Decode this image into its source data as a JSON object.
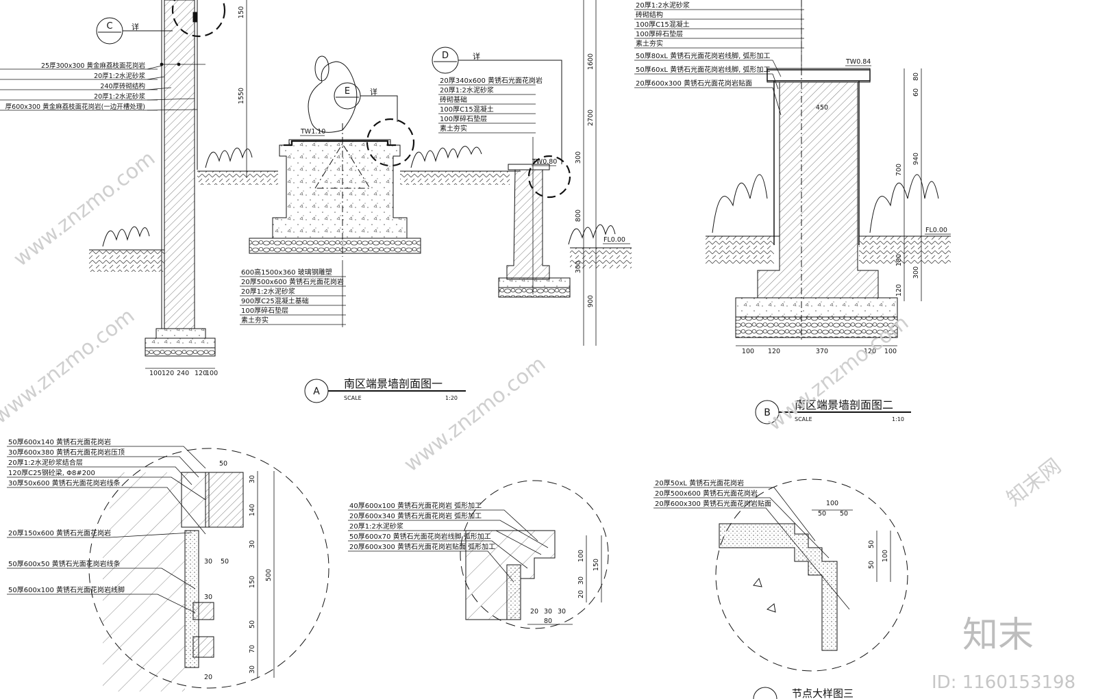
{
  "callouts": {
    "c_detail": {
      "letter": "C",
      "label": "详"
    },
    "d_detail": {
      "letter": "D",
      "label": "详"
    },
    "e_detail": {
      "letter": "E",
      "label": "详"
    }
  },
  "elev_tags": {
    "tw110": "TW1.10",
    "tw080": "TW0.80",
    "tw084": "TW0.84",
    "fl000_a": "FL0.00",
    "fl000_b": "FL0.00"
  },
  "section_a": {
    "title": "南区端景墙剖面图一",
    "circle": "A",
    "scale_word": "SCALE",
    "scale": "1:20",
    "pillar_notes": [
      "25厚300x300 黄金麻荔枝面花岗岩",
      "20厚1:2水泥砂浆",
      "240厚砖砌结构",
      "20厚1:2水泥砂浆",
      "厚600x300 黄金麻荔枝面花岗岩(一边开槽处理)"
    ],
    "base_notes": [
      "600高1500x360 玻璃钢雕塑",
      "20厚500x600 黄锈石光面花岗岩",
      "20厚1:2水泥砂浆",
      "900厚C25混凝土基础",
      "100厚碎石垫层",
      "素土夯实"
    ],
    "wall_notes": [
      "20厚340x600 黄锈石光面花岗岩",
      "20厚1:2水泥砂浆",
      "砖砌基础",
      "100厚C15混凝土",
      "100厚碎石垫层",
      "素土夯实"
    ],
    "vdims": [
      "150",
      "1550",
      "1600",
      "2700",
      "300",
      "800",
      "300",
      "900"
    ],
    "hdims": [
      "100",
      "120",
      "240",
      "120",
      "100"
    ]
  },
  "section_b": {
    "title": "南区端景墙剖面图二",
    "circle": "B",
    "scale_word": "SCALE",
    "scale": "1:10",
    "notes": [
      "20厚1:2水泥砂浆",
      "砖砌结构",
      "100厚C15混凝土",
      "100厚碎石垫层",
      "素土夯实",
      "50厚80xL 黄锈石光面花岗岩线脚, 弧形加工",
      "50厚60xL 黄锈石光面花岗岩线脚, 弧形加工",
      "20厚600x300 黄锈石光面花岗岩贴面"
    ],
    "vdims": [
      "80",
      "60",
      "700",
      "940",
      "180",
      "300",
      "120"
    ],
    "hdims": [
      "100",
      "120",
      "370",
      "120",
      "100"
    ],
    "inner_dim": "450"
  },
  "detail_c": {
    "notes": [
      "50厚600x140 黄锈石光面花岗岩",
      "30厚600x380 黄锈石光面花岗岩压顶",
      "20厚1:2水泥砂浆结合层",
      "120厚C25钢砼梁, Φ8#200",
      "30厚50x600 黄锈石光面花岗岩线条",
      "20厚150x600 黄锈石光面花岗岩",
      "50厚600x50 黄锈石光面花岗岩线条",
      "50厚600x100 黄锈石光面花岗岩线脚"
    ],
    "vdims": [
      "30",
      "140",
      "30",
      "150",
      "50",
      "70",
      "30"
    ],
    "total": "500",
    "hdims": [
      "50",
      "30",
      "50",
      "30",
      "20"
    ]
  },
  "detail_d": {
    "notes": [
      "40厚600x100 黄锈石光面花岗岩 弧形加工",
      "20厚600x340 黄锈石光面花岗岩 弧形加工",
      "20厚1:2水泥砂浆",
      "50厚600x70 黄锈石光面花岗岩线脚 弧形加工",
      "20厚600x300 黄锈石光面花岗岩贴面 弧形加工"
    ],
    "vdims": [
      "100",
      "150",
      "30",
      "20"
    ],
    "hdims": [
      "20",
      "30",
      "30",
      "80"
    ]
  },
  "detail_e": {
    "title": "节点大样图三",
    "notes": [
      "20厚50xL 黄锈石光面花岗岩",
      "20厚500x600 黄锈石光面花岗岩",
      "20厚600x300 黄锈石光面花岗岩贴面"
    ],
    "hdims": [
      "100",
      "50",
      "50"
    ],
    "vdims": [
      "50",
      "50",
      "100"
    ]
  },
  "watermark": {
    "brand": "知末",
    "id": "ID: 1160153198",
    "site": "www.znzmo.com",
    "site_cn": "知末网"
  }
}
